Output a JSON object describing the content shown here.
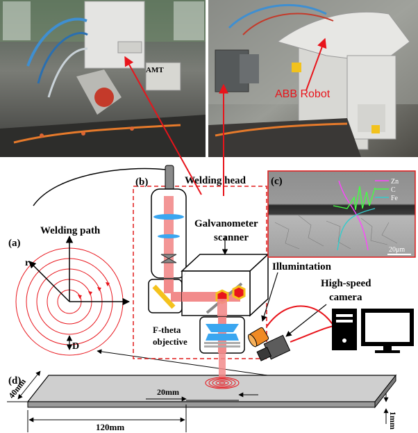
{
  "colors": {
    "red": "#e8141b",
    "laser": "#f28b8b",
    "dash": "#e01919",
    "optic": "#3aa6f0",
    "lens_yellow": "#f4c21d",
    "zn": "#ff44ff",
    "c": "#44ff44",
    "fe": "#33cccc"
  },
  "photos": {
    "left_caption": "",
    "right_caption": "ABB Robot",
    "left_brand": "AMT"
  },
  "labels": {
    "a": "(a)",
    "b": "(b)",
    "c": "(c)",
    "d": "(d)",
    "welding_path": "Welding path",
    "welding_head": "Welding head",
    "galvanometer": "Galvanometer",
    "scanner": "scanner",
    "illumination": "Illumintation",
    "high_speed": "High-speed",
    "camera": "camera",
    "ftheta": "F-theta",
    "objective": "objective",
    "r": "r",
    "D": "D"
  },
  "sem": {
    "legend": [
      "Zn",
      "C",
      "Fe"
    ],
    "scale": "20μm"
  },
  "dimensions": {
    "width": "40mm",
    "overlap": "20mm",
    "length": "120mm",
    "thickness": "1mm"
  }
}
